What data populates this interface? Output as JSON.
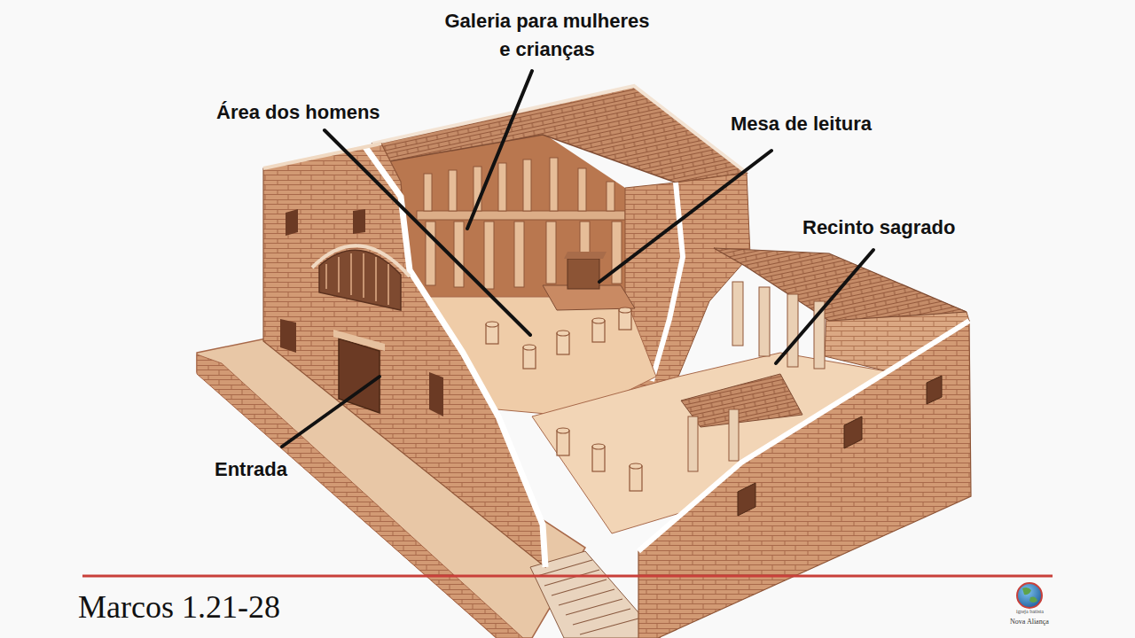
{
  "diagram": {
    "caption": "Marcos 1.21-28",
    "labels": [
      "Galeria para mulheres e crianças",
      "Área dos homens",
      "Mesa de leitura",
      "Recinto sagrado",
      "Entrada",
      "igreja batista",
      "Nova Aliança"
    ]
  }
}
